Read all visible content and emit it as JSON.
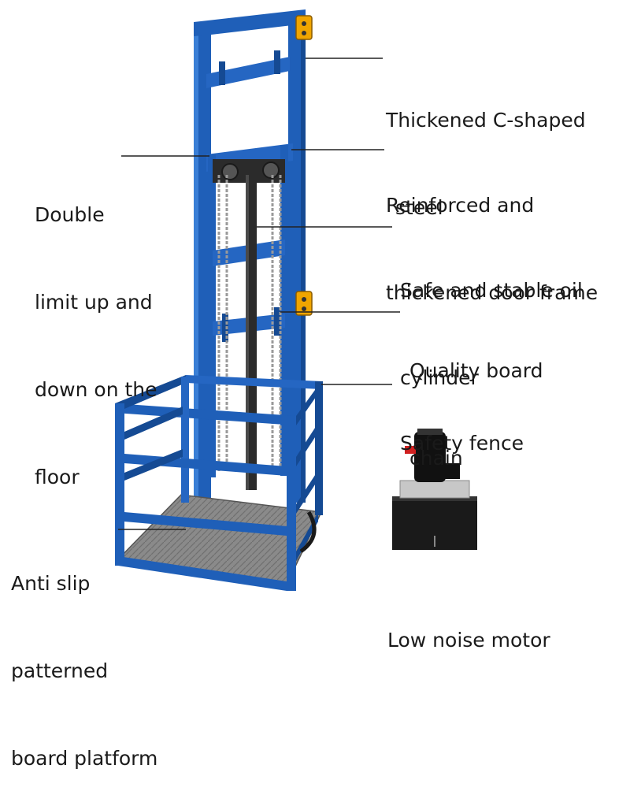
{
  "callouts": {
    "c_steel": {
      "lines": [
        "Thickened C-shaped",
        "steel"
      ]
    },
    "door_frame": {
      "lines": [
        "Reinforced and",
        "thickened door frame"
      ]
    },
    "oil_cylinder": {
      "lines": [
        "Safe and stable oil",
        "cylinder"
      ]
    },
    "board_chain": {
      "lines": [
        "Quality board",
        "chain"
      ]
    },
    "safety_fence": {
      "lines": [
        "Safety fence"
      ]
    },
    "double_limit": {
      "lines": [
        "Double",
        "limit up and",
        "down on the",
        "floor"
      ]
    },
    "platform": {
      "lines": [
        "Anti slip",
        "patterned",
        "board platform"
      ]
    },
    "motor": {
      "lines": [
        "Low noise motor"
      ]
    }
  },
  "colors": {
    "frame_blue": "#1f5fb8",
    "frame_blue_dark": "#154a93",
    "frame_blue_light": "#3a7fd6",
    "cylinder": "#2b2b2b",
    "chain": "#9a9a9a",
    "floor_gray": "#8a8a8a",
    "limit_switch": "#f0a500",
    "motor_body": "#1a1a1a",
    "leader_line": "#222222"
  },
  "icons": {
    "limit_switch": "limit-switch-icon",
    "hydraulic_motor": "hydraulic-motor-icon"
  }
}
